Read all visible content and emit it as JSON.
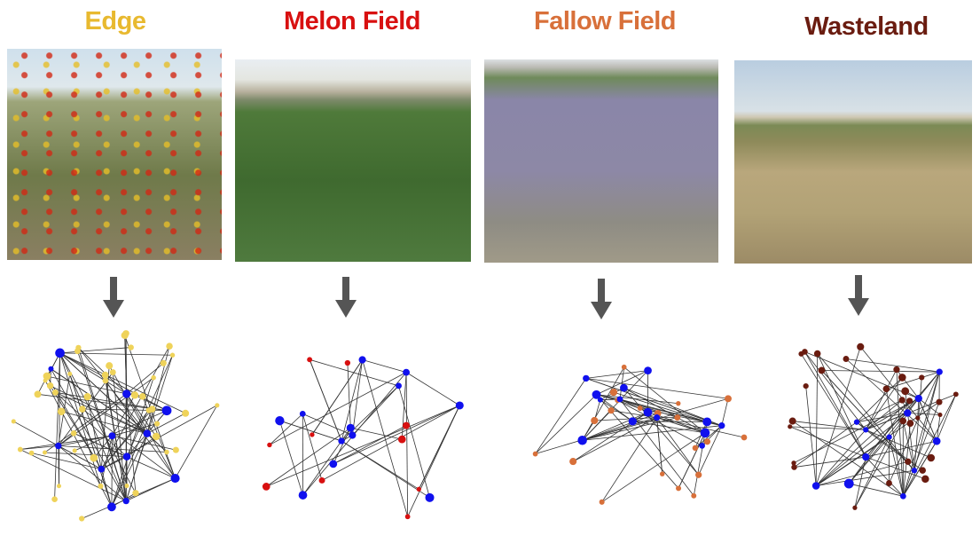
{
  "panels": [
    {
      "title": "Edge",
      "color": "#e8b92f",
      "photo": "edge-vegetation-photo",
      "network": {
        "habitat_nodes": 45,
        "blue_nodes": 12,
        "habitat_color": "#efd35a",
        "seed": 11
      }
    },
    {
      "title": "Melon Field",
      "color": "#d81010",
      "photo": "melon-field-photo",
      "network": {
        "habitat_nodes": 10,
        "blue_nodes": 12,
        "habitat_color": "#d81010",
        "seed": 23
      }
    },
    {
      "title": "Fallow Field",
      "color": "#d8703a",
      "photo": "fallow-field-photo",
      "network": {
        "habitat_nodes": 20,
        "blue_nodes": 14,
        "habitat_color": "#d8703a",
        "seed": 37
      }
    },
    {
      "title": "Wasteland",
      "color": "#6a1c10",
      "photo": "wasteland-photo",
      "network": {
        "habitat_nodes": 30,
        "blue_nodes": 12,
        "habitat_color": "#6a1c10",
        "seed": 51
      }
    }
  ],
  "colors": {
    "blue_node": "#1010ee",
    "edge": "#333333",
    "arrow": "#555555"
  }
}
